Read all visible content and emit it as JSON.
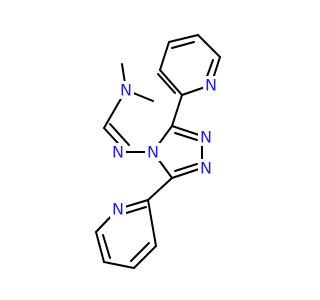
{
  "molecule": {
    "atoms": {
      "n_dimethylamino": "N",
      "n_imine": "N",
      "n_triazole_4": "N",
      "n_triazole_2": "N",
      "n_triazole_1": "N",
      "n_pyridine_top": "N",
      "n_pyridine_bottom": "N"
    },
    "colors": {
      "bond": "#000000",
      "heteroatom_n": "#1f1fe0",
      "background": "#ffffff"
    }
  }
}
